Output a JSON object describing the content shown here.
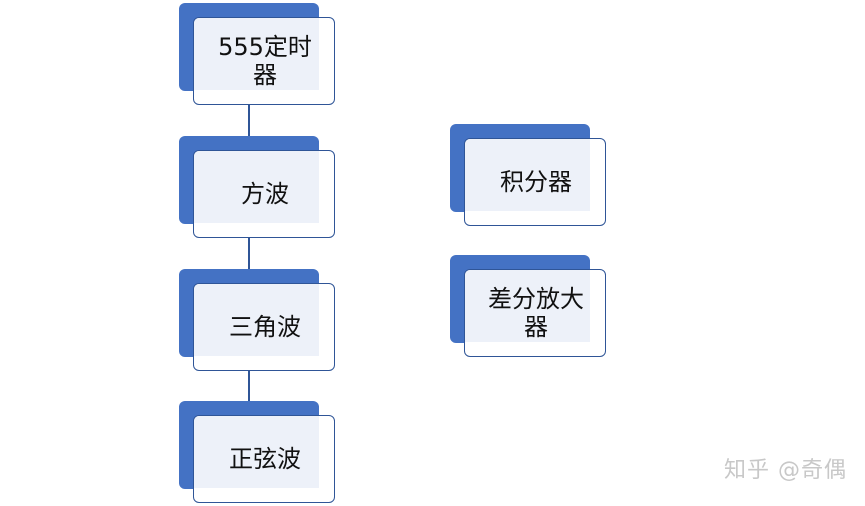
{
  "chain": {
    "nodes": [
      {
        "label": "555定时器"
      },
      {
        "label": "方波"
      },
      {
        "label": "三角波"
      },
      {
        "label": "正弦波"
      }
    ]
  },
  "side": {
    "nodes": [
      {
        "label": "积分器"
      },
      {
        "label": "差分放大器"
      }
    ]
  },
  "watermark": {
    "text": "知乎 @奇偶"
  },
  "colors": {
    "node_fill": "#4472c4",
    "node_border": "#2f5597",
    "node_tint": "#edf1f9",
    "connector": "#2f5597",
    "watermark": "#c8c8c8"
  }
}
